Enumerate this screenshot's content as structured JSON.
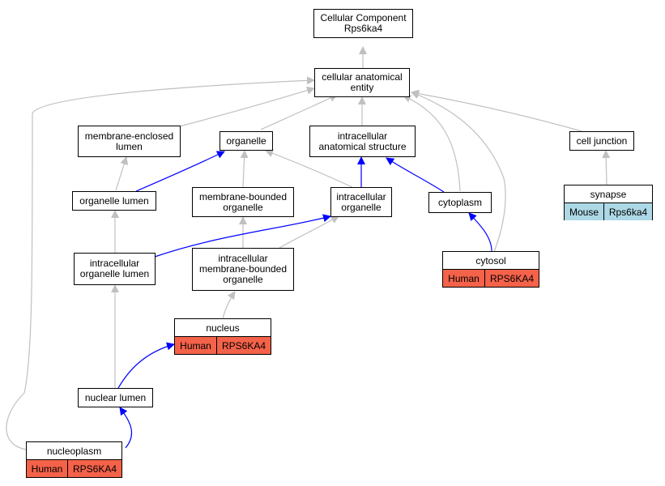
{
  "colors": {
    "human": "#f4624a",
    "mouse": "#add8e6",
    "is_a_edge": "#c0c0c0",
    "part_of_edge": "#0000ff"
  },
  "nodes": {
    "root": "Cellular Component\nRps6ka4",
    "cae": "cellular anatomical\nentity",
    "mel": "membrane-enclosed\nlumen",
    "org": "organelle",
    "ias": "intracellular\nanatomical structure",
    "cj": "cell junction",
    "ol": "organelle lumen",
    "mbo": "membrane-bounded\norganelle",
    "io": "intracellular\norganelle",
    "cyto": "cytoplasm",
    "iol": "intracellular\norganelle lumen",
    "imbo": "intracellular\nmembrane-bounded\norganelle",
    "nl": "nuclear lumen"
  },
  "gene_nodes": {
    "synapse": {
      "name": "synapse",
      "species": "Mouse",
      "gene": "Rps6ka4"
    },
    "cytosol": {
      "name": "cytosol",
      "species": "Human",
      "gene": "RPS6KA4"
    },
    "nucleus": {
      "name": "nucleus",
      "species": "Human",
      "gene": "RPS6KA4"
    },
    "nucleoplasm": {
      "name": "nucleoplasm",
      "species": "Human",
      "gene": "RPS6KA4"
    }
  }
}
